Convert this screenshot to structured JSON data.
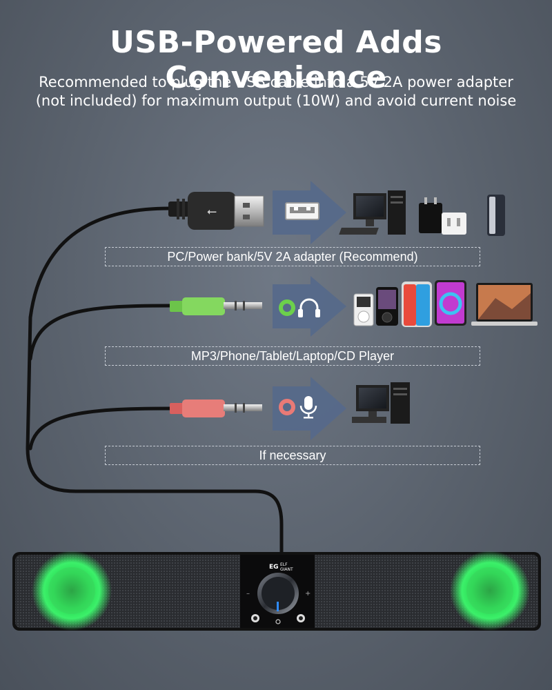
{
  "title": "USB-Powered Adds Convenience",
  "subtitle": "Recommended to plug the USB cable into a 5V 2A power adapter (not included) for maximum output (10W) and avoid current noise",
  "rows": [
    {
      "caption": "PC/Power bank/5V 2A adapter (Recommend)",
      "port": "usb-port-icon",
      "devices": [
        "desktop-pc-icon",
        "wall-charger-icon",
        "power-bank-icon"
      ]
    },
    {
      "caption": "MP3/Phone/Tablet/Laptop/CD Player",
      "port": "headphone-jack-icon",
      "devices": [
        "mp3-player-icon",
        "media-player-icon",
        "phone-icon",
        "tablet-icon",
        "laptop-icon"
      ]
    },
    {
      "caption": "If necessary",
      "port": "microphone-jack-icon",
      "devices": [
        "desktop-pc-icon"
      ]
    }
  ],
  "brand": {
    "logo_text": "ELF GIANT"
  },
  "colors": {
    "background": "#5f6772",
    "speaker_glow": "#3cf06a",
    "green_plug": "#7fd35b",
    "pink_plug": "#e3706d",
    "arrow": "#5a6f8f",
    "knob_light": "#2f8bff"
  }
}
